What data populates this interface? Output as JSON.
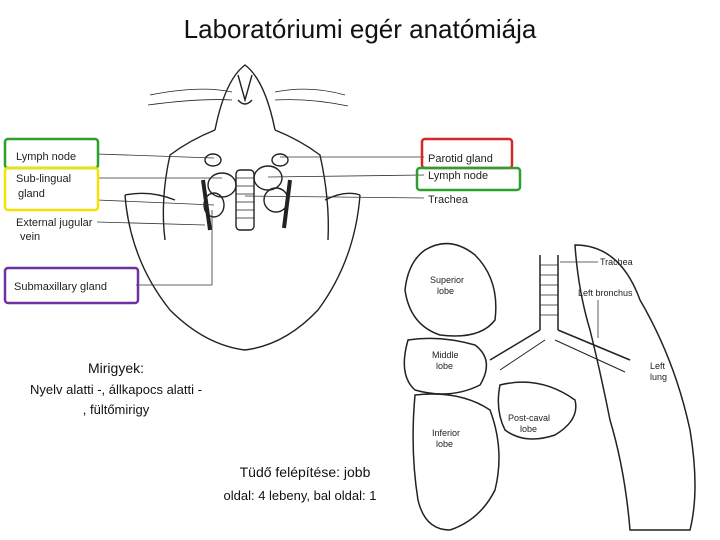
{
  "title": "Laboratóriumi egér anatómiája",
  "mouse_diagram": {
    "labels": {
      "lymph_node_left": "Lymph node",
      "sublingual_line1": "Sub-lingual",
      "sublingual_line2": "gland",
      "ext_jugular_line1": "External jugular",
      "ext_jugular_line2": "vein",
      "submaxillary": "Submaxillary gland",
      "parotid": "Parotid gland",
      "lymph_node_right": "Lymph node",
      "trachea": "Trachea"
    },
    "highlight_colors": {
      "lymph_node": "#2ca02c",
      "sublingual": "#f2e400",
      "submaxillary": "#7030a0",
      "parotid": "#d62728"
    }
  },
  "lung_diagram": {
    "labels": {
      "trachea": "Trachea",
      "left_bronchus": "Left bronchus",
      "superior_line1": "Superior",
      "superior_line2": "lobe",
      "middle_line1": "Middle",
      "middle_line2": "lobe",
      "left_lung_line1": "Left",
      "left_lung_line2": "lung",
      "postcaval_line1": "Post-caval",
      "postcaval_line2": "lobe",
      "inferior_line1": "Inferior",
      "inferior_line2": "lobe"
    }
  },
  "captions": {
    "glands_heading": "Mirigyek:",
    "glands_text_line1": "Nyelv alatti -, állkapocs alatti -",
    "glands_text_line2": ", fültőmirigy",
    "lung_heading": "Tüdő felépítése: jobb",
    "lung_text": "oldal: 4 lebeny, bal oldal: 1"
  }
}
